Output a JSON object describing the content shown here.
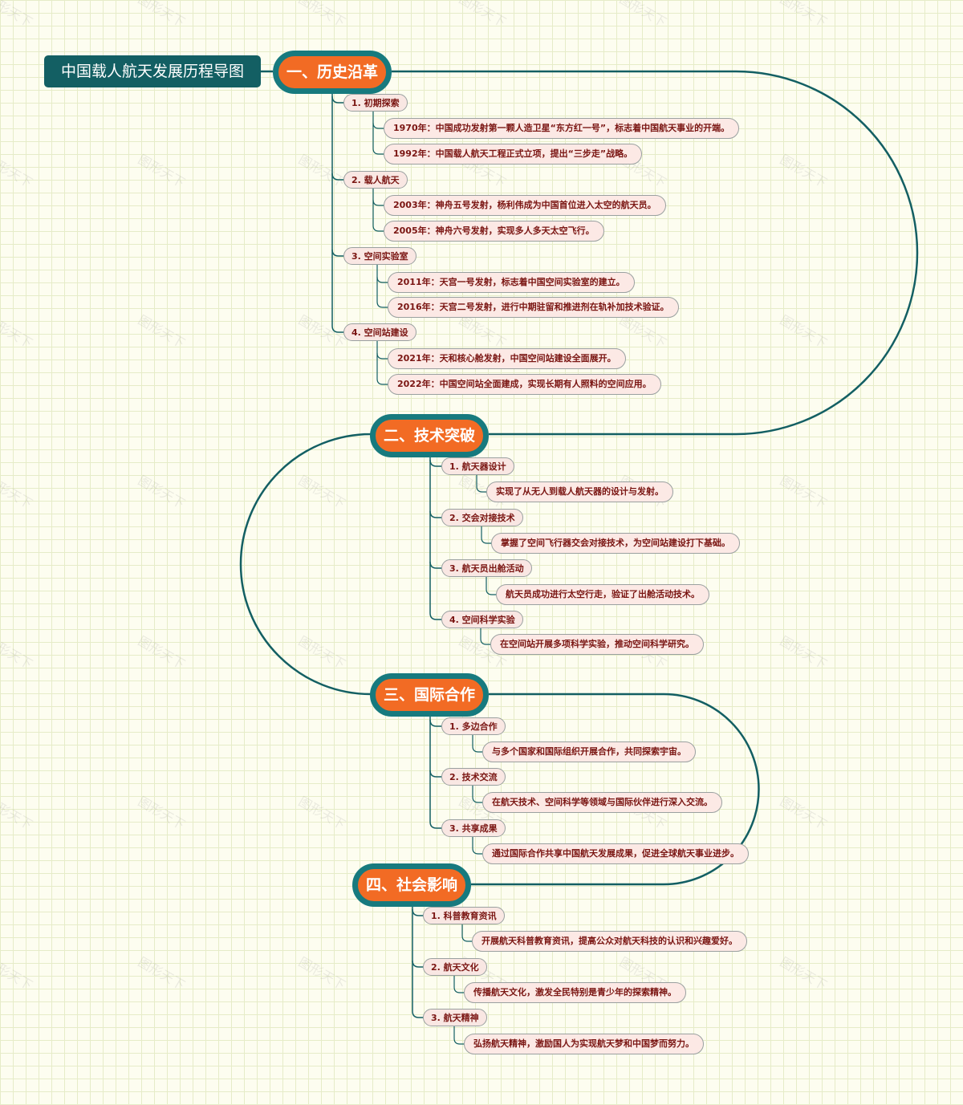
{
  "title": "中国载人航天发展历程导图",
  "watermark": "图形天下",
  "colors": {
    "root_bg": "#135f63",
    "section_bg": "#f26b24",
    "section_border": "#177a7e",
    "connector": "#135f63",
    "node_bg": "#f9e7e3",
    "node_text": "#7a1512"
  },
  "sections": [
    {
      "label": "一、历史沿革",
      "items": [
        {
          "label": "1.  初期探索",
          "details": [
            "1970年：中国成功发射第一颗人造卫星“东方红一号”，标志着中国航天事业的开端。",
            "1992年：中国载人航天工程正式立项，提出“三步走”战略。"
          ]
        },
        {
          "label": "2.  载人航天",
          "details": [
            "2003年：神舟五号发射，杨利伟成为中国首位进入太空的航天员。",
            "2005年：神舟六号发射，实现多人多天太空飞行。"
          ]
        },
        {
          "label": "3.  空间实验室",
          "details": [
            "2011年：天宫一号发射，标志着中国空间实验室的建立。",
            "2016年：天宫二号发射，进行中期驻留和推进剂在轨补加技术验证。"
          ]
        },
        {
          "label": "4.  空间站建设",
          "details": [
            "2021年：天和核心舱发射，中国空间站建设全面展开。",
            "2022年：中国空间站全面建成，实现长期有人照料的空间应用。"
          ]
        }
      ]
    },
    {
      "label": "二、技术突破",
      "items": [
        {
          "label": "1.  航天器设计",
          "details": [
            "实现了从无人到载人航天器的设计与发射。"
          ]
        },
        {
          "label": "2.  交会对接技术",
          "details": [
            "掌握了空间飞行器交会对接技术，为空间站建设打下基础。"
          ]
        },
        {
          "label": "3.  航天员出舱活动",
          "details": [
            "航天员成功进行太空行走，验证了出舱活动技术。"
          ]
        },
        {
          "label": "4.  空间科学实验",
          "details": [
            "在空间站开展多项科学实验，推动空间科学研究。"
          ]
        }
      ]
    },
    {
      "label": "三、国际合作",
      "items": [
        {
          "label": "1.  多边合作",
          "details": [
            "与多个国家和国际组织开展合作，共同探索宇宙。"
          ]
        },
        {
          "label": "2.  技术交流",
          "details": [
            "在航天技术、空间科学等领域与国际伙伴进行深入交流。"
          ]
        },
        {
          "label": "3.  共享成果",
          "details": [
            "通过国际合作共享中国航天发展成果，促进全球航天事业进步。"
          ]
        }
      ]
    },
    {
      "label": "四、社会影响",
      "items": [
        {
          "label": "1.  科普教育资讯",
          "details": [
            "开展航天科普教育资讯，提高公众对航天科技的认识和兴趣爱好。"
          ]
        },
        {
          "label": "2.  航天文化",
          "details": [
            "传播航天文化，激发全民特别是青少年的探索精神。"
          ]
        },
        {
          "label": "3.  航天精神",
          "details": [
            "弘扬航天精神，激励国人为实现航天梦和中国梦而努力。"
          ]
        }
      ]
    }
  ]
}
